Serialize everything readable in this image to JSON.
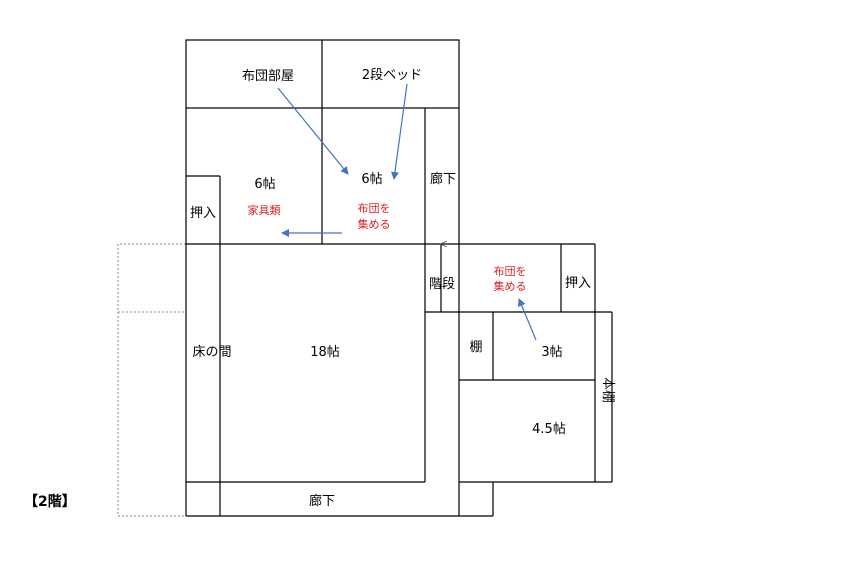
{
  "floor_label": "【2階】",
  "colors": {
    "wall": "#000000",
    "arrow": "#4472C4",
    "note": "#e02020",
    "outline_dashed": "#8a8a8a"
  },
  "rooms": {
    "futon_room": "布団部屋",
    "bunk_bed": "2段ベッド",
    "room_6a": "6帖",
    "room_6b": "6帖",
    "hall_top": "廊下",
    "closet_left": "押入",
    "stairs": "階段",
    "closet_right": "押入",
    "tokonoma": "床の間",
    "room_18": "18帖",
    "shelf": "棚",
    "room_3": "3帖",
    "bookshelf": "本棚",
    "room_4_5": "4.5帖",
    "hall_bottom": "廊下"
  },
  "notes": {
    "furniture": "家具類",
    "collect_futon_1_line1": "布団を",
    "collect_futon_1_line2": "集める",
    "collect_futon_2_line1": "布団を",
    "collect_futon_2_line2": "集める"
  }
}
